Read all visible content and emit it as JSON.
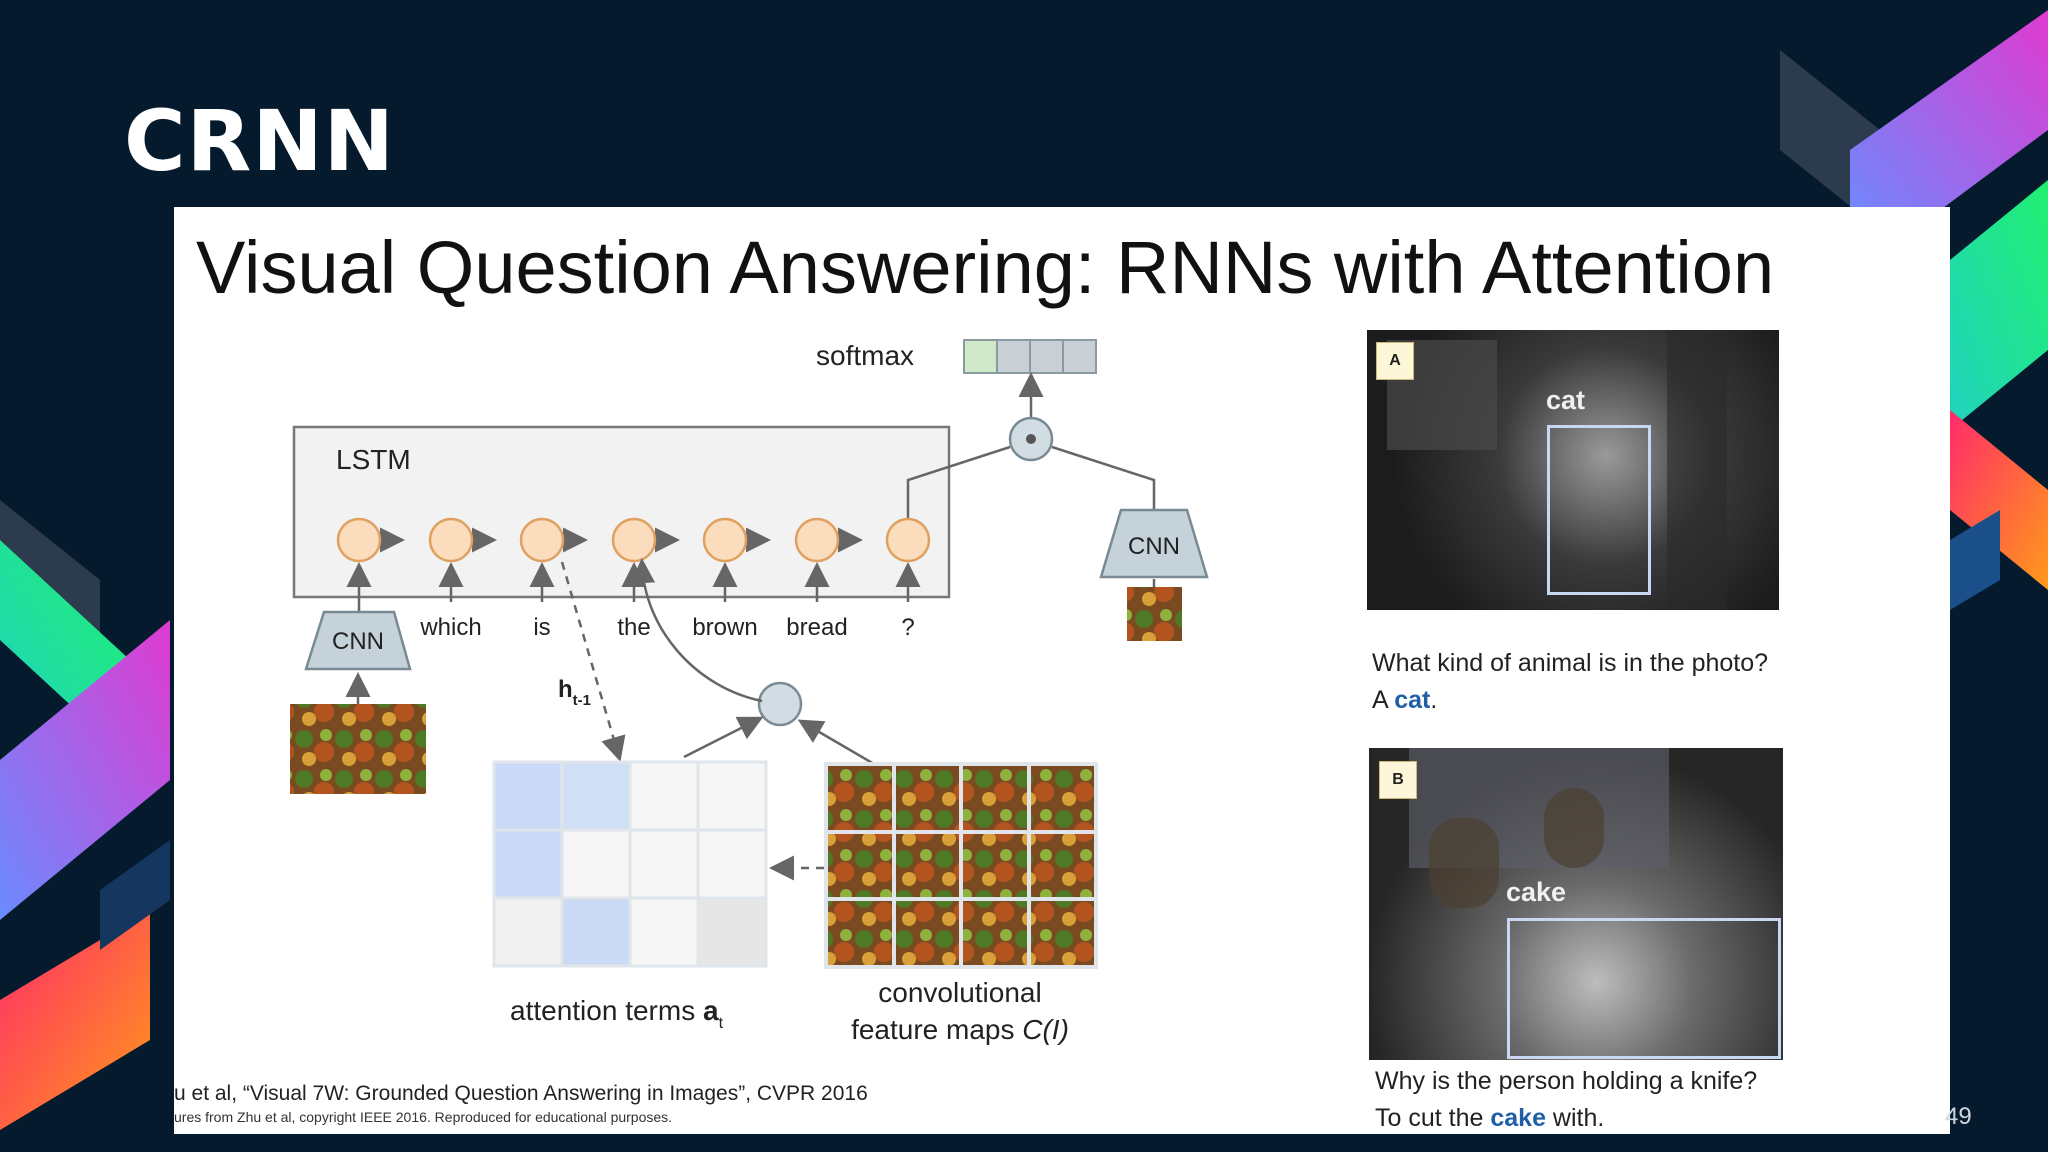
{
  "slide": {
    "title": "CRNN",
    "page_number": "49"
  },
  "panel": {
    "title": "Visual Question Answering: RNNs with Attention",
    "citation_line1": "u et al, “Visual 7W: Grounded Question Answering in Images”, CVPR 2016",
    "citation_line2": "ures from Zhu et al, copyright IEEE 2016. Reproduced for educational purposes."
  },
  "diagram": {
    "softmax_label": "softmax",
    "lstm_label": "LSTM",
    "cnn_label_left": "CNN",
    "cnn_label_right": "CNN",
    "words": [
      "which",
      "is",
      "the",
      "brown",
      "bread",
      "?"
    ],
    "hidden_label": "h",
    "hidden_subscript": "t-1",
    "attention_label": "attention terms ",
    "attention_bold": "a",
    "attention_sub": "t",
    "feature_label_line1": "convolutional",
    "feature_label_line2": "feature maps ",
    "feature_label_italic": "C(I)"
  },
  "examples": [
    {
      "tag": "A",
      "object": "cat",
      "question": "What kind of animal is in the photo?",
      "answer_prefix": "A ",
      "answer_highlight": "cat",
      "answer_suffix": "."
    },
    {
      "tag": "B",
      "object": "cake",
      "question": "Why is the person holding a knife?",
      "answer_prefix": "To cut the ",
      "answer_highlight": "cake",
      "answer_suffix": " with."
    }
  ],
  "colors": {
    "background": "#061a2e",
    "node_fill": "#fbdcbc",
    "node_stroke": "#e0a060",
    "highlight": "#1f5fa8"
  }
}
